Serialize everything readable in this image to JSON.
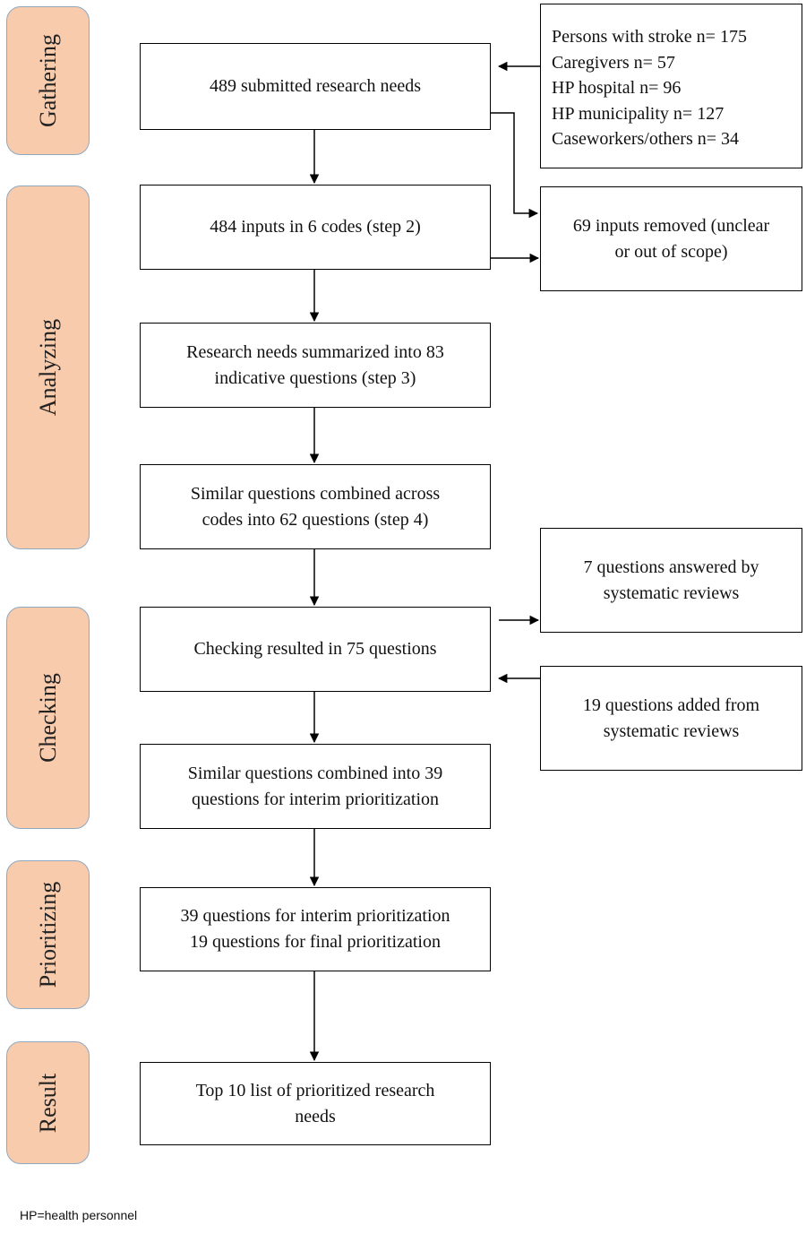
{
  "phases": [
    {
      "id": "gathering",
      "label": "Gathering"
    },
    {
      "id": "analyzing",
      "label": "Analyzing"
    },
    {
      "id": "checking",
      "label": "Checking"
    },
    {
      "id": "prioritizing",
      "label": "Prioritizing"
    },
    {
      "id": "result",
      "label": "Result"
    }
  ],
  "main_steps": [
    {
      "id": "submitted",
      "lines": [
        "489 submitted research needs"
      ]
    },
    {
      "id": "coded",
      "lines": [
        "484 inputs in 6 codes (step 2)"
      ]
    },
    {
      "id": "summarized",
      "lines": [
        "Research needs summarized into 83",
        "indicative questions (step 3)"
      ]
    },
    {
      "id": "combined-codes",
      "lines": [
        "Similar questions combined across",
        "codes into 62 questions (step 4)"
      ]
    },
    {
      "id": "checking-result",
      "lines": [
        "Checking resulted in 75 questions"
      ]
    },
    {
      "id": "combined-interim",
      "lines": [
        "Similar questions combined into 39",
        "questions for interim prioritization"
      ]
    },
    {
      "id": "prioritization",
      "lines": [
        "39 questions for interim prioritization",
        "19 questions for final prioritization"
      ]
    },
    {
      "id": "top10",
      "lines": [
        "Top 10 list of prioritized research",
        "needs"
      ]
    }
  ],
  "sources": [
    "Persons with stroke n= 175",
    "Caregivers n= 57",
    "HP hospital n= 96",
    "HP municipality n= 127",
    "Caseworkers/others n= 34"
  ],
  "side_boxes": [
    {
      "id": "removed",
      "lines": [
        "69 inputs removed (unclear",
        "or out of scope)"
      ]
    },
    {
      "id": "answered",
      "lines": [
        "7 questions answered by",
        "systematic reviews"
      ]
    },
    {
      "id": "added",
      "lines": [
        "19 questions added from",
        "systematic reviews"
      ]
    }
  ],
  "footnote": "HP=health personnel"
}
